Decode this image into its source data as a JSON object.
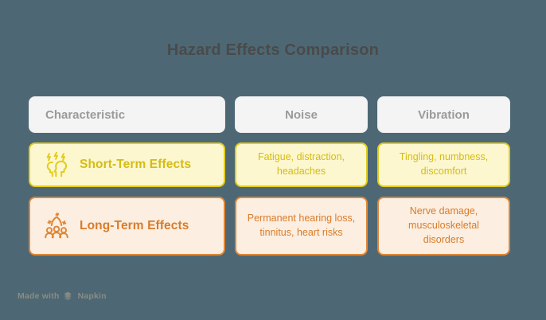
{
  "title": "Hazard Effects Comparison",
  "colors": {
    "background": "#4d6874",
    "title_text": "#4a4a4a",
    "header_bg": "#f4f4f4",
    "header_text": "#9a9a9a",
    "yellow_border": "#e3cc19",
    "yellow_fill": "#fcf7cf",
    "yellow_text": "#d6bc12",
    "orange_border": "#e08636",
    "orange_fill": "#fceee0",
    "orange_text": "#d97c2b",
    "footer_text": "#8a8c85"
  },
  "table": {
    "headers": [
      {
        "label": "Characteristic",
        "align": "left"
      },
      {
        "label": "Noise",
        "align": "center"
      },
      {
        "label": "Vibration",
        "align": "center"
      }
    ],
    "rows": [
      {
        "key": "short-term",
        "label": "Short-Term Effects",
        "icon": "headache-heads-icon",
        "cells": [
          "Fatigue, distraction, headaches",
          "Tingling, numbness, discomfort"
        ]
      },
      {
        "key": "long-term",
        "label": "Long-Term Effects",
        "icon": "people-group-icon",
        "cells": [
          "Permanent hearing loss, tinnitus, heart risks",
          "Nerve damage, musculoskeletal disorders"
        ]
      }
    ]
  },
  "footer": {
    "made_with": "Made with",
    "brand": "Napkin",
    "logo": "napkin-logo-icon"
  }
}
